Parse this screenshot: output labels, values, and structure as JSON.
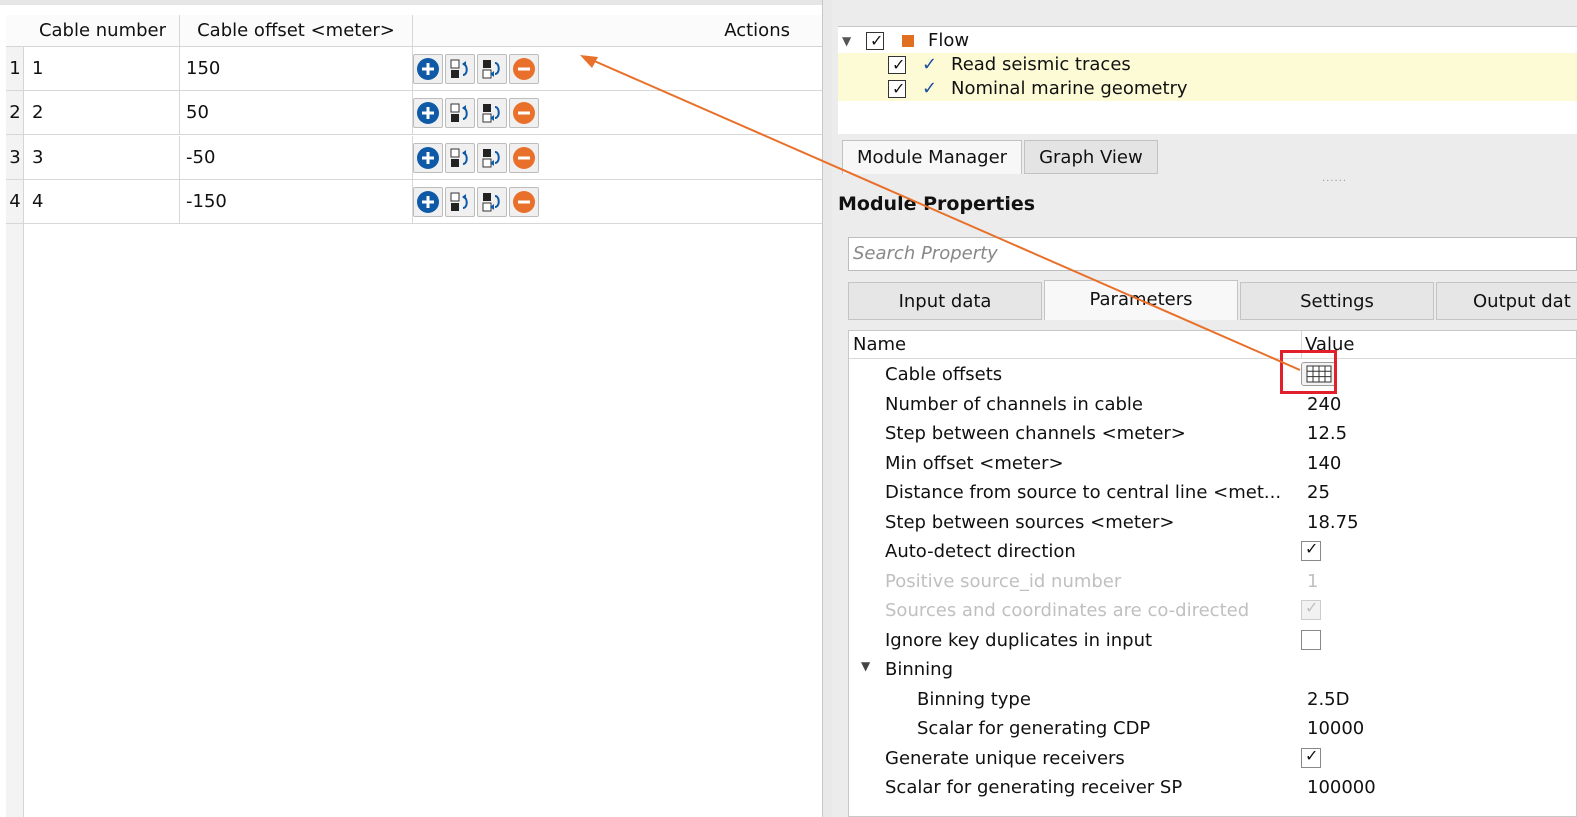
{
  "table": {
    "headers": {
      "cable_number": "Cable number",
      "cable_offset": "Cable offset <meter>",
      "actions": "Actions"
    },
    "rows": [
      {
        "row_num": "1",
        "cable_number": "1",
        "cable_offset": "150"
      },
      {
        "row_num": "2",
        "cable_number": "2",
        "cable_offset": "50"
      },
      {
        "row_num": "3",
        "cable_number": "3",
        "cable_offset": "-50"
      },
      {
        "row_num": "4",
        "cable_number": "4",
        "cable_offset": "-150"
      }
    ],
    "action_icons": [
      "add-row-icon",
      "move-up-icon",
      "move-down-icon",
      "remove-row-icon"
    ]
  },
  "flow_tree": {
    "root": {
      "label": "Flow",
      "checked": true
    },
    "items": [
      {
        "label": "Read seismic traces",
        "checked": true
      },
      {
        "label": "Nominal marine geometry",
        "checked": true
      }
    ]
  },
  "view_tabs": [
    {
      "label": "Module Manager",
      "active": true
    },
    {
      "label": "Graph View",
      "active": false
    }
  ],
  "module_properties": {
    "title": "Module Properties",
    "search_placeholder": "Search Property",
    "tabs": [
      {
        "label": "Input data",
        "active": false
      },
      {
        "label": "Parameters",
        "active": true
      },
      {
        "label": "Settings",
        "active": false
      },
      {
        "label": "Output dat",
        "active": false
      }
    ],
    "columns": {
      "name": "Name",
      "value": "Value"
    },
    "rows": [
      {
        "name": "Cable offsets",
        "value": "",
        "kind": "table-button"
      },
      {
        "name": "Number of channels in cable",
        "value": "240"
      },
      {
        "name": "Step between channels <meter>",
        "value": "12.5"
      },
      {
        "name": "Min offset <meter>",
        "value": "140"
      },
      {
        "name": "Distance from source to central line <met...",
        "value": "25"
      },
      {
        "name": "Step between sources <meter>",
        "value": "18.75"
      },
      {
        "name": "Auto-detect direction",
        "value": "",
        "kind": "checkbox",
        "checked": true
      },
      {
        "name": "Positive source_id number",
        "value": "1",
        "disabled": true
      },
      {
        "name": "Sources and coordinates are co-directed",
        "value": "",
        "kind": "checkbox",
        "checked": true,
        "disabled": true
      },
      {
        "name": "Ignore key duplicates in input",
        "value": "",
        "kind": "checkbox",
        "checked": false
      },
      {
        "name": "Binning",
        "value": "",
        "kind": "group"
      },
      {
        "name": "Binning type",
        "value": "2.5D",
        "sub": true
      },
      {
        "name": "Scalar for generating CDP",
        "value": "10000",
        "sub": true
      },
      {
        "name": "Generate unique receivers",
        "value": "",
        "kind": "checkbox",
        "checked": true
      },
      {
        "name": "Scalar for generating receiver SP",
        "value": "100000"
      }
    ]
  },
  "colors": {
    "arrow": "#e8702a",
    "highlight_box": "#e0202a",
    "flow_square": "#e07020",
    "action_blue": "#0f5aa6",
    "action_orange": "#e8702a"
  }
}
